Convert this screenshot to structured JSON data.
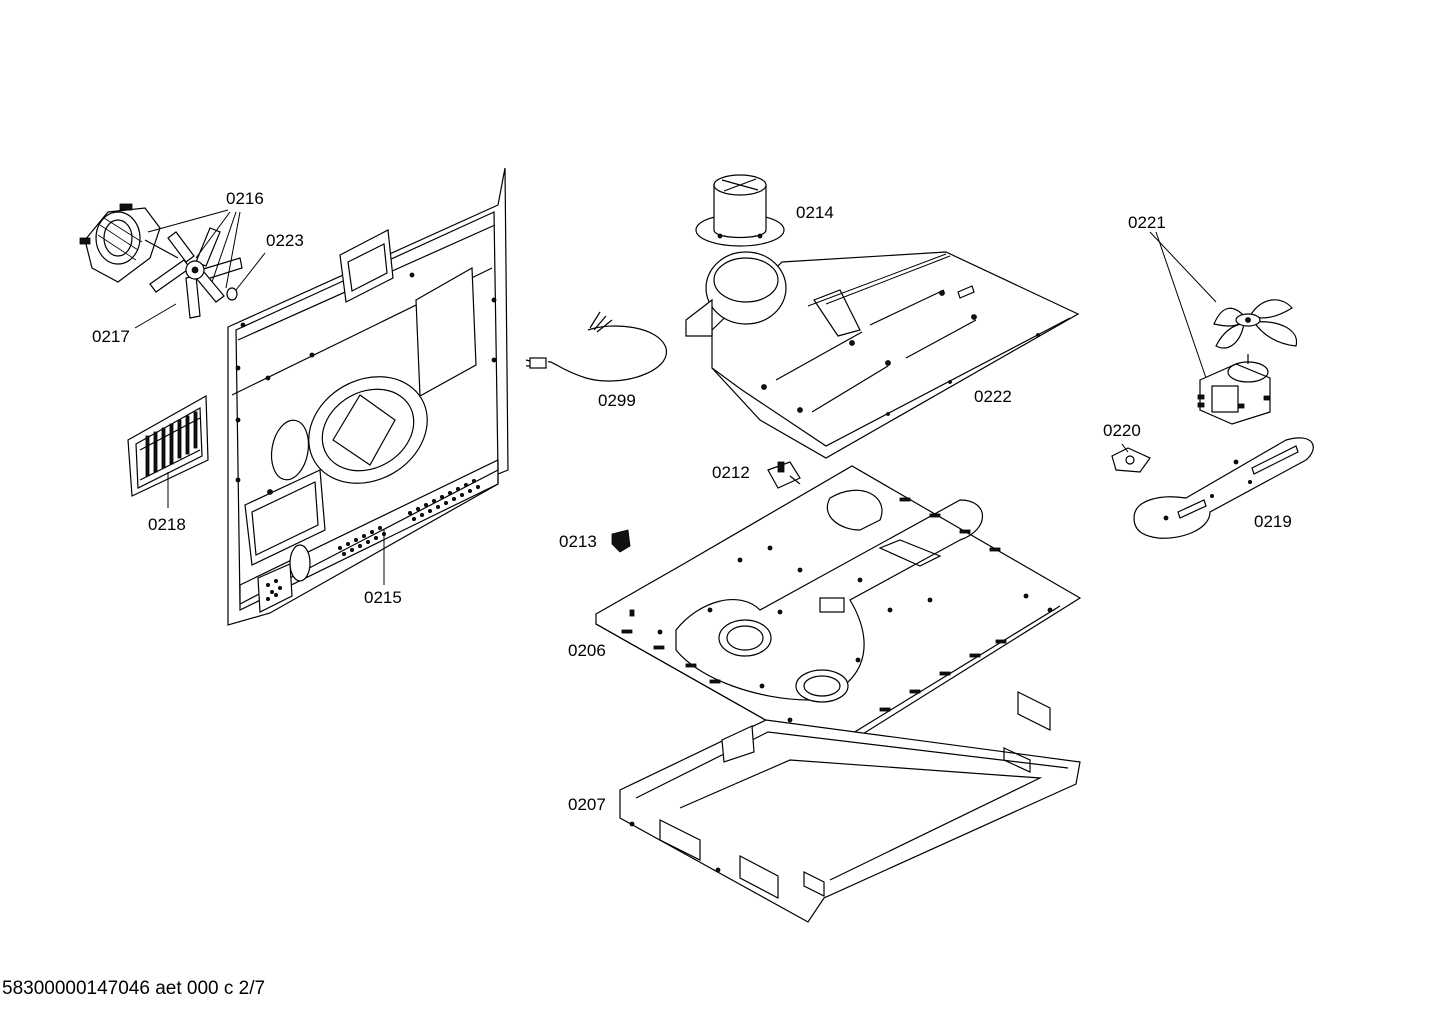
{
  "diagram": {
    "parts": [
      {
        "id": "p0216",
        "label": "0216"
      },
      {
        "id": "p0223",
        "label": "0223"
      },
      {
        "id": "p0217",
        "label": "0217"
      },
      {
        "id": "p0218",
        "label": "0218"
      },
      {
        "id": "p0215",
        "label": "0215"
      },
      {
        "id": "p0214",
        "label": "0214"
      },
      {
        "id": "p0299",
        "label": "0299"
      },
      {
        "id": "p0222",
        "label": "0222"
      },
      {
        "id": "p0212",
        "label": "0212"
      },
      {
        "id": "p0213",
        "label": "0213"
      },
      {
        "id": "p0206",
        "label": "0206"
      },
      {
        "id": "p0207",
        "label": "0207"
      },
      {
        "id": "p0221",
        "label": "0221"
      },
      {
        "id": "p0220",
        "label": "0220"
      },
      {
        "id": "p0219",
        "label": "0219"
      }
    ],
    "footer": "58300000147046 aet 000 c 2/7"
  }
}
